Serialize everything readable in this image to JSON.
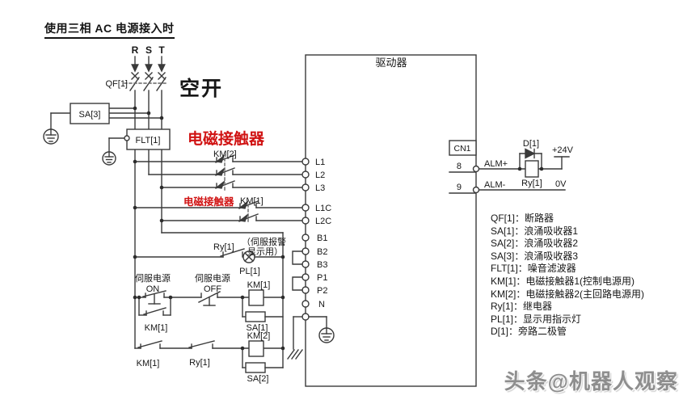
{
  "title": "使用三相 AC 电源接入时",
  "colors": {
    "accent_red": "#d01212",
    "wire": "#3a3a3a",
    "watermark_gray": "#8e8e8e"
  },
  "phases": {
    "r": "R",
    "s": "S",
    "t": "T"
  },
  "notes": {
    "breaker": "空开",
    "contactor_main": "电磁接触器",
    "contactor_ctrl": "电磁接触器",
    "alarm1": "（伺服报警",
    "alarm2": "显示用）"
  },
  "labels": {
    "qf1": "QF[1]",
    "sa3": "SA[3]",
    "flt1": "FLT[1]",
    "km2_main": "KM[2]",
    "km1_main": "KM[1]",
    "ry1_row1": "Ry[1]",
    "pl1": "PL[1]",
    "servo_on_1": "伺服电源",
    "servo_on_2": "ON",
    "servo_off_1": "伺服电源",
    "servo_off_2": "OFF",
    "km1_hold": "KM[1]",
    "km1_coil": "KM[1]",
    "sa1": "SA[1]",
    "km1_row3": "KM[1]",
    "ry1_row3": "Ry[1]",
    "km2_coil": "KM[2]",
    "sa2": "SA[2]"
  },
  "driver": {
    "title": "驱动器",
    "cn1": "CN1",
    "pin8": "8",
    "pin9": "9",
    "alm_plus": "ALM+",
    "alm_minus": "ALM-",
    "terminals": [
      "L1",
      "L2",
      "L3",
      "L1C",
      "L2C",
      "B1",
      "B2",
      "B3",
      "P1",
      "P2",
      "N"
    ]
  },
  "output": {
    "d1": "D[1]",
    "ry1": "Ry[1]",
    "p24": "+24V",
    "v0": "0V"
  },
  "legend": [
    "QF[1]：断路器",
    "SA[1]：浪涌吸收器1",
    "SA[2]：浪涌吸收器2",
    "SA[3]：浪涌吸收器3",
    "FLT[1]：噪音滤波器",
    "KM[1]：电磁接触器1(控制电源用)",
    "KM[2]：电磁接触器2(主回路电源用)",
    "Ry[1]：继电器",
    "PL[1]：显示用指示灯",
    "D[1]：旁路二极管"
  ],
  "watermark": "头条@机器人观察"
}
